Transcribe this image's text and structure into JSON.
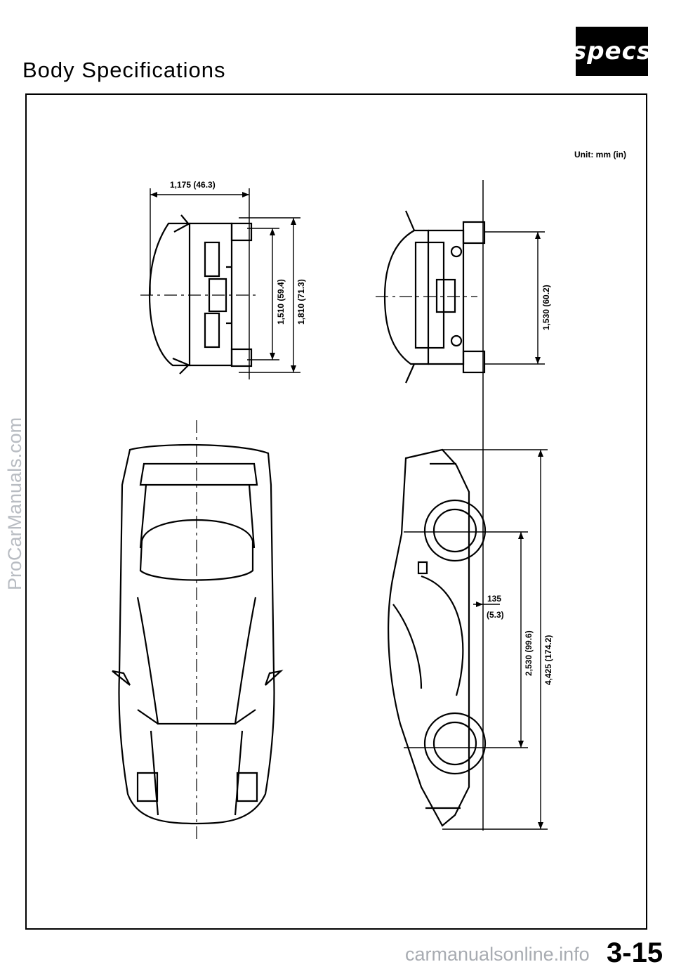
{
  "header": {
    "title": "Body Specifications",
    "tab_label": "specs"
  },
  "unit_label": "Unit: mm (in)",
  "dimensions": {
    "front_track_half": "1,175 (46.3)",
    "front_tread": "1,510 (59.4)",
    "overall_width": "1,810 (71.3)",
    "rear_tread": "1,530 (60.2)",
    "ground_clearance_mm": "135",
    "ground_clearance_in": "(5.3)",
    "wheelbase": "2,530 (99.6)",
    "overall_length": "4,425 (174.2)"
  },
  "page_number": "3-15",
  "watermarks": {
    "side": "ProCarManuals.com",
    "footer": "carmanualsonline.info"
  }
}
